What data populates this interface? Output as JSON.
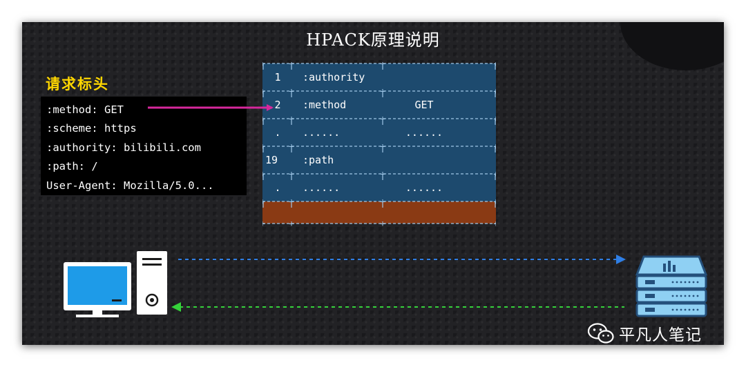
{
  "title": "HPACK原理说明",
  "request_headers": {
    "heading": "请求标头",
    "lines": [
      ":method: GET",
      ":scheme: https",
      ":authority: bilibili.com",
      ":path: /",
      "User-Agent: Mozilla/5.0..."
    ]
  },
  "table": {
    "rows": [
      {
        "index": "1",
        "name": ":authority",
        "value": ""
      },
      {
        "index": "2",
        "name": ":method",
        "value": "GET"
      },
      {
        "index": ".",
        "name": "......",
        "value": "......"
      },
      {
        "index": "19",
        "name": ":path",
        "value": ""
      },
      {
        "index": ".",
        "name": "......",
        "value": "......"
      },
      {
        "index": "",
        "name": "",
        "value": "",
        "highlight": true
      }
    ],
    "colors": {
      "cell_fill": "#1d4a6e",
      "highlight_fill": "#8a3a14",
      "border": "#9fc6e6"
    }
  },
  "arrows": {
    "mapping_color": "#d6289c",
    "request_color": "#2f7fe6",
    "response_color": "#35d23a"
  },
  "icons": {
    "client": "desktop-computer-icon",
    "server": "server-rack-icon",
    "wechat": "wechat-icon"
  },
  "watermark": "平凡人笔记"
}
